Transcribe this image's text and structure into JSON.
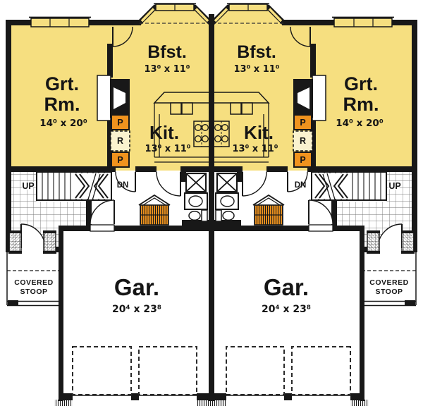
{
  "title": "Duplex first-floor plan",
  "colors": {
    "room_fill": "#F6DF80",
    "accent_orange": "#F0931E",
    "wall": "#181818",
    "paper": "#FFFFFF",
    "refrigerator_fill": "#FAF2CF"
  },
  "unit_left": {
    "great_room": {
      "line1": "Grt.",
      "line2": "Rm.",
      "dims": "14⁰ x 20⁰"
    },
    "breakfast": {
      "label": "Bfst.",
      "dims": "13⁰ x 11⁰"
    },
    "kitchen": {
      "label": "Kit.",
      "dims": "13⁰ x 11⁰"
    },
    "garage": {
      "label": "Gar.",
      "dims": "20⁴ x 23⁸"
    },
    "stoop": {
      "line1": "COVERED",
      "line2": "STOOP"
    },
    "stairs": {
      "up": "UP",
      "down": "DN"
    },
    "storage": {
      "pantry_top": "P",
      "refrigerator": "R",
      "pantry_bottom": "P"
    }
  },
  "unit_right": {
    "great_room": {
      "line1": "Grt.",
      "line2": "Rm.",
      "dims": "14⁰ x 20⁰"
    },
    "breakfast": {
      "label": "Bfst.",
      "dims": "13⁰ x 11⁰"
    },
    "kitchen": {
      "label": "Kit.",
      "dims": "13⁰ x 11⁰"
    },
    "garage": {
      "label": "Gar.",
      "dims": "20⁴ x 23⁸"
    },
    "stoop": {
      "line1": "COVERED",
      "line2": "STOOP"
    },
    "stairs": {
      "up": "UP",
      "down": "DN"
    },
    "storage": {
      "pantry_top": "P",
      "refrigerator": "R",
      "pantry_bottom": "P"
    }
  }
}
